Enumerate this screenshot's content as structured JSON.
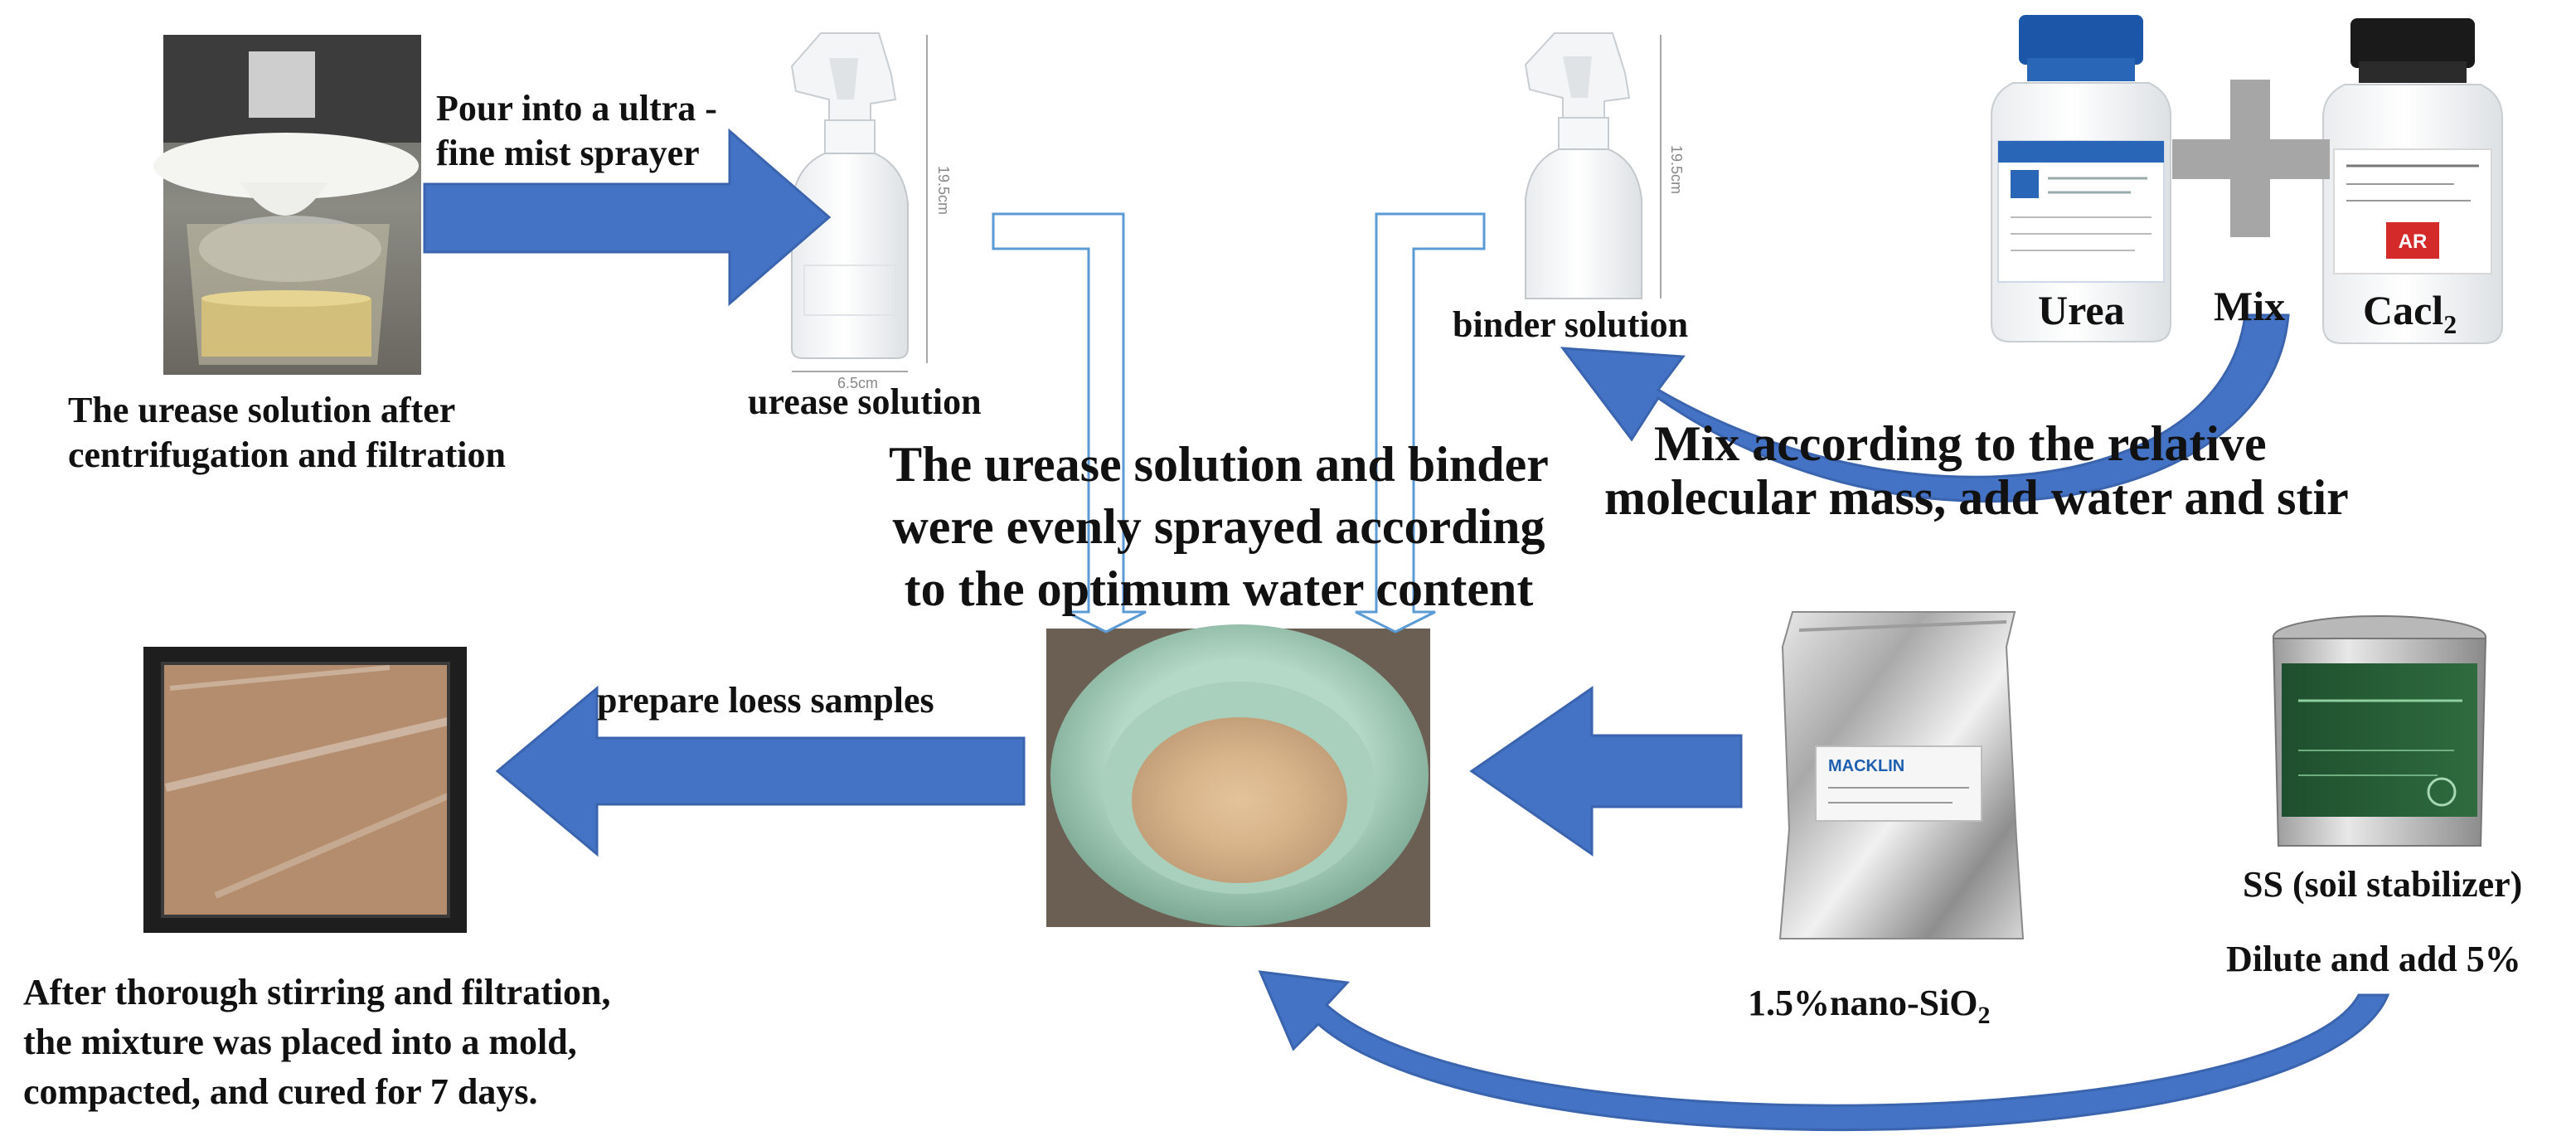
{
  "labels": {
    "urease_filtered": [
      "The urease solution after",
      "centrifugation and filtration"
    ],
    "pour_into": [
      "Pour into a ultra -",
      "fine mist sprayer"
    ],
    "urease_solution": "urease solution",
    "binder_solution": "binder solution",
    "urea": "Urea",
    "mix": "Mix",
    "cacl2": {
      "text": "Cacl",
      "sub": "2"
    },
    "mix_instruction": [
      "Mix according to the relative",
      "molecular mass, add water and stir"
    ],
    "sprayed": [
      "The urease solution and binder",
      "were evenly sprayed according",
      "to the optimum water content"
    ],
    "prepare": "prepare loess samples",
    "nano_sio2": {
      "text": "1.5%nano-SiO",
      "sub": "2"
    },
    "ss": "SS (soil stabilizer)",
    "dilute": "Dilute and add 5%",
    "after_stirring": [
      "After thorough stirring and filtration,",
      "the mixture was placed into a mold,",
      "compacted, and cured for 7 days."
    ]
  },
  "bottle_text": {
    "height_mark_1": "19.5cm",
    "width_mark": "6.5cm",
    "height_mark_2": "19.5cm",
    "brand": "MACKLIN",
    "grade": "AR"
  },
  "colors": {
    "arrow_blue": "#4472c4",
    "arrow_outline": "#3a64ae",
    "mix_plus_gray": "#a6a6a6",
    "tray_brown": "#b38d6d",
    "bowl_green": "#9fcbb5"
  }
}
